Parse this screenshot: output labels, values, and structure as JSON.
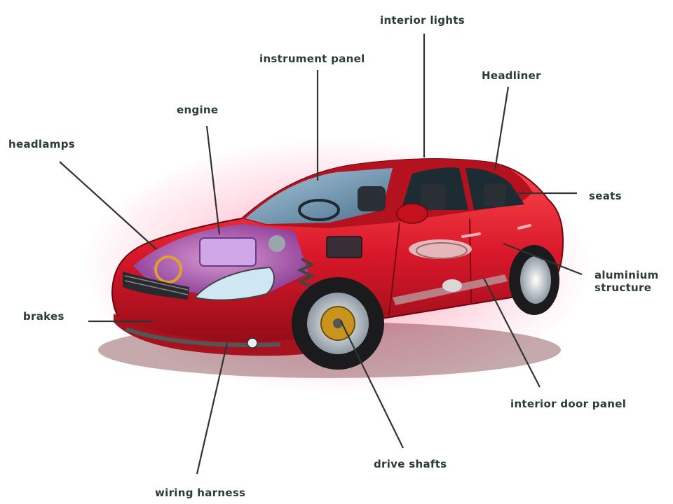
{
  "labels": {
    "interior_lights": "interior lights",
    "instrument_panel": "instrument panel",
    "headliner": "Headliner",
    "engine": "engine",
    "headlamps": "headlamps",
    "seats": "seats",
    "aluminium_structure": "aluminium structure",
    "brakes": "brakes",
    "interior_door_panel": "interior door panel",
    "drive_shafts": "drive shafts",
    "wiring_harness": "wiring harness"
  },
  "colors": {
    "body_red": "#d8182a",
    "body_dark": "#8e0b16",
    "glass": "#7fb9d6",
    "engine_tint": "#a86fd0",
    "label_text": "#2b3b36",
    "leader_line": "#2f3431"
  }
}
